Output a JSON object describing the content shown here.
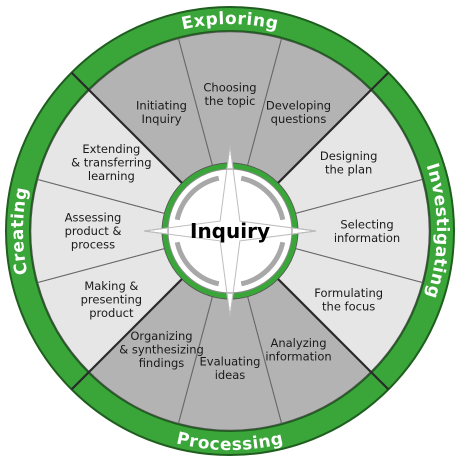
{
  "center_label": "Inquiry",
  "phases": [
    {
      "label": "Exploring"
    },
    {
      "label": "Investigating"
    },
    {
      "label": "Processing"
    },
    {
      "label": "Creating"
    }
  ],
  "segments": [
    {
      "lines": [
        "Choosing",
        "the topic"
      ],
      "shade": "dark"
    },
    {
      "lines": [
        "Developing",
        "questions"
      ],
      "shade": "dark"
    },
    {
      "lines": [
        "Designing",
        "the plan"
      ],
      "shade": "light"
    },
    {
      "lines": [
        "Selecting",
        "information"
      ],
      "shade": "light"
    },
    {
      "lines": [
        "Formulating",
        "the focus"
      ],
      "shade": "light"
    },
    {
      "lines": [
        "Analyzing",
        "information"
      ],
      "shade": "dark"
    },
    {
      "lines": [
        "Evaluating",
        "ideas"
      ],
      "shade": "dark"
    },
    {
      "lines": [
        "Organizing",
        "& synthesizing",
        "findings"
      ],
      "shade": "dark"
    },
    {
      "lines": [
        "Making &",
        "presenting",
        "product"
      ],
      "shade": "light"
    },
    {
      "lines": [
        "Assessing",
        "product &",
        "process"
      ],
      "shade": "light"
    },
    {
      "lines": [
        "Extending",
        "& transferring",
        "learning"
      ],
      "shade": "light"
    },
    {
      "lines": [
        "Initiating",
        "Inquiry"
      ],
      "shade": "dark"
    }
  ],
  "colors": {
    "ring_green": "#3aa63a",
    "ring_dark": "#1f5e1f",
    "segment_dark": "#b3b3b3",
    "segment_light": "#e6e6e6",
    "divider": "#2a2a2a",
    "center": "#ffffff"
  }
}
